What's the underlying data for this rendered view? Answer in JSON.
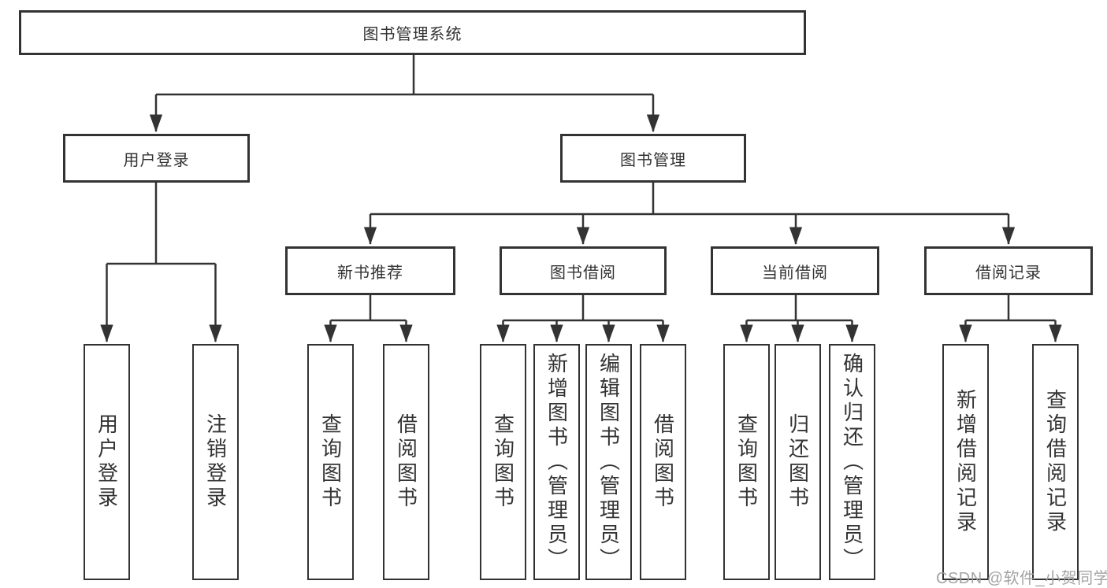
{
  "diagram": {
    "title": "图书管理系统",
    "root": {
      "label": "图书管理系统"
    },
    "branches": [
      {
        "label": "用户登录"
      },
      {
        "label": "图书管理"
      }
    ],
    "groups": [
      {
        "label": "新书推荐"
      },
      {
        "label": "图书借阅"
      },
      {
        "label": "当前借阅"
      },
      {
        "label": "借阅记录"
      }
    ],
    "leaves": [
      {
        "label": "用户登录",
        "parent": "用户登录"
      },
      {
        "label": "注销登录",
        "parent": "用户登录"
      },
      {
        "label": "查询图书",
        "parent": "新书推荐"
      },
      {
        "label": "借阅图书",
        "parent": "新书推荐"
      },
      {
        "label": "查询图书",
        "parent": "图书借阅"
      },
      {
        "label": "新增图书（管理员）",
        "parent": "图书借阅"
      },
      {
        "label": "编辑图书（管理员）",
        "parent": "图书借阅"
      },
      {
        "label": "借阅图书",
        "parent": "图书借阅"
      },
      {
        "label": "查询图书",
        "parent": "当前借阅"
      },
      {
        "label": "归还图书",
        "parent": "当前借阅"
      },
      {
        "label": "确认归还（管理员）",
        "parent": "当前借阅"
      },
      {
        "label": "新增借阅记录",
        "parent": "借阅记录"
      },
      {
        "label": "查询借阅记录",
        "parent": "借阅记录"
      }
    ]
  },
  "watermark": {
    "text": "CSDN @软件_小贺同学"
  },
  "colors": {
    "line": "#333333",
    "text": "#333333",
    "background": "#ffffff",
    "watermark": "#9e9e9e"
  }
}
